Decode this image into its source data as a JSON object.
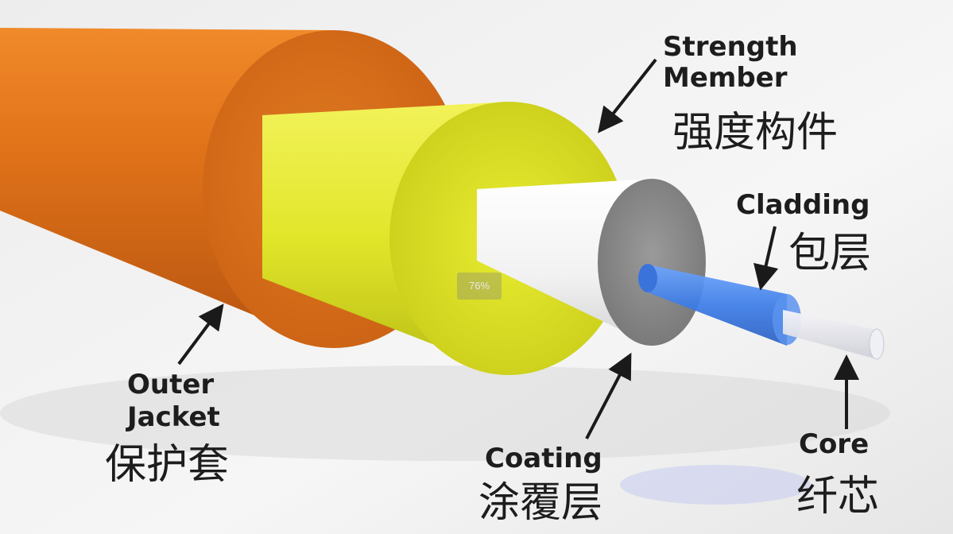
{
  "labels": {
    "strength_member": {
      "en_line1": "Strength",
      "en_line2": "Member",
      "zh": "强度构件"
    },
    "cladding": {
      "en": "Cladding",
      "zh": "包层"
    },
    "outer_jacket": {
      "en_line1": "Outer",
      "en_line2": "Jacket",
      "zh": "保护套"
    },
    "coating": {
      "en": "Coating",
      "zh": "涂覆层"
    },
    "core": {
      "en": "Core",
      "zh": "纤芯"
    }
  },
  "zoom_indicator": "76%",
  "colors": {
    "outer_jacket": "#e2741a",
    "strength_member": "#e6ea2a",
    "coating": "#f4f4f4",
    "coating_face": "#8a8a8a",
    "cladding": "#3d7fe8",
    "core": "#e4e4ec",
    "arrow": "#1a1a1a"
  }
}
